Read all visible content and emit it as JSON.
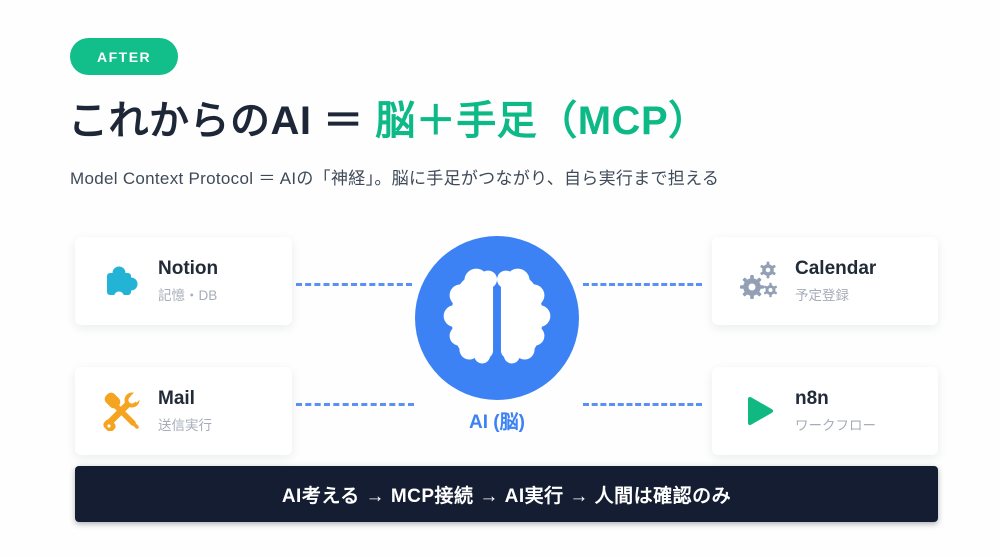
{
  "slide": {
    "badge": "AFTER",
    "title": {
      "dark": "これからのAI ＝ ",
      "green": "脳＋手足（MCP）"
    },
    "subtitle": "Model Context Protocol ＝ AIの「神経」。脳に手足がつながり、自ら実行まで担える"
  },
  "diagram": {
    "center_label": "AI (脳)",
    "cards": [
      {
        "name": "Notion",
        "desc": "記憶・DB",
        "icon": "puzzle-icon"
      },
      {
        "name": "Calendar",
        "desc": "予定登録",
        "icon": "gears-icon"
      },
      {
        "name": "Mail",
        "desc": "送信実行",
        "icon": "wrench-screwdriver-icon"
      },
      {
        "name": "n8n",
        "desc": "ワークフロー",
        "icon": "play-icon"
      }
    ]
  },
  "footer": {
    "text": "AI考える → MCP接続 → AI実行 → 人間は確認のみ"
  },
  "colors": {
    "accent_green": "#0cb987",
    "badge_green": "#12be89",
    "brand_blue": "#3c82f4",
    "dash_blue": "#5b90f5",
    "notion_cyan": "#23b3d4",
    "mail_orange": "#f4a420",
    "gear_gray": "#92a0b5",
    "navy_bar": "#141d31",
    "title_navy": "#1d2737"
  }
}
